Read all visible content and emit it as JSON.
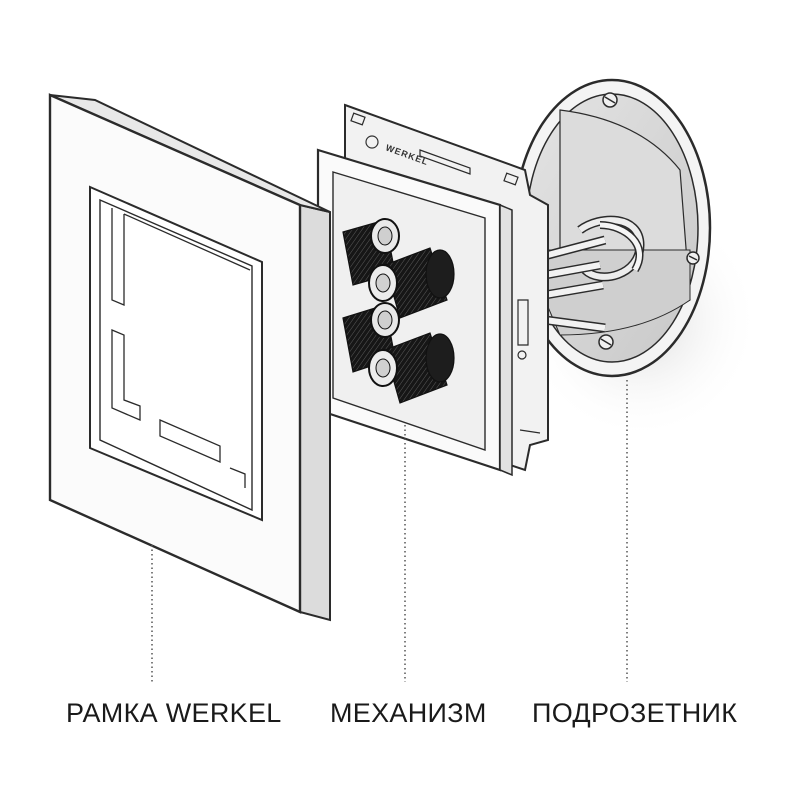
{
  "labels": {
    "frame": "РАМКА WERKEL",
    "mechanism": "МЕХАНИЗМ",
    "backbox": "ПОДРОЗЕТНИК"
  },
  "brand_mark": "WERKEL",
  "colors": {
    "line": "#2b2b2b",
    "panel": "#f7f7f7",
    "shade": "#d9d9d9",
    "terminal": "#1c1c1c",
    "ring": "#e6e6e6"
  }
}
